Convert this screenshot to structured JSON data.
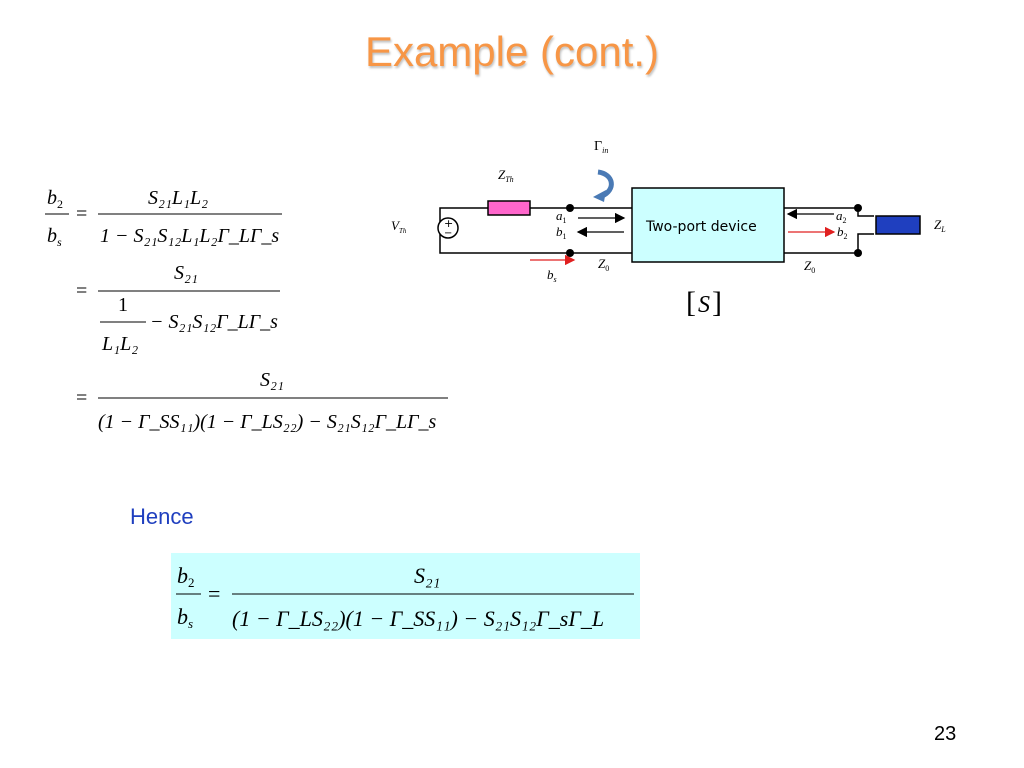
{
  "slide": {
    "title": "Example (cont.)",
    "hence_label": "Hence",
    "page_number": "23"
  },
  "colors": {
    "title": "#f79646",
    "hence": "#1f3fbf",
    "result_box": "#ccffff",
    "device_fill": "#ccffff",
    "source_impedance": "#ff66cc",
    "load_impedance": "#1f3fbf",
    "arrow_red": "#e02020",
    "gamma_arrow": "#4a7ab5"
  },
  "diagram": {
    "gamma_in": {
      "sym": "Γ",
      "sub": "in"
    },
    "z_th": {
      "sym": "Z",
      "sub": "Th"
    },
    "v_th": {
      "sym": "V",
      "sub": "Th"
    },
    "plus_sign": "+",
    "minus_sign": "−",
    "a1": {
      "sym": "a",
      "sub": "1"
    },
    "b1": {
      "sym": "b",
      "sub": "1"
    },
    "bs": {
      "sym": "b",
      "sub": "s"
    },
    "z0_left": {
      "sym": "Z",
      "sub": "0"
    },
    "device_label": "Two-port device",
    "a2": {
      "sym": "a",
      "sub": "2"
    },
    "b2": {
      "sym": "b",
      "sub": "2"
    },
    "z0_right": {
      "sym": "Z",
      "sub": "0"
    },
    "z_l": {
      "sym": "Z",
      "sub": "L"
    },
    "s_matrix": {
      "open": "[",
      "sym": "S",
      "close": "]"
    }
  },
  "equations": {
    "eq1": {
      "lhs_num": {
        "sym": "b",
        "sub": "2"
      },
      "lhs_den": {
        "sym": "b",
        "sub": "s"
      },
      "eq_sign": "=",
      "numerator": "S₂₁L₁L₂",
      "denominator": "1 − S₂₁S₁₂L₁L₂Γ_LΓ_s"
    },
    "eq2": {
      "eq_sign": "=",
      "numerator": "S₂₁",
      "inner_num": "1",
      "inner_den": "L₁L₂",
      "denominator_rest": "− S₂₁S₁₂Γ_LΓ_s"
    },
    "eq3": {
      "eq_sign": "=",
      "numerator": "S₂₁",
      "denominator": "(1 − Γ_SS₁₁)(1 − Γ_LS₂₂) − S₂₁S₁₂Γ_LΓ_s"
    },
    "result": {
      "lhs_num": {
        "sym": "b",
        "sub": "2"
      },
      "lhs_den": {
        "sym": "b",
        "sub": "s"
      },
      "eq_sign": "=",
      "numerator": "S₂₁",
      "denominator": "(1 − Γ_LS₂₂)(1 − Γ_SS₁₁) − S₂₁S₁₂Γ_sΓ_L"
    }
  }
}
